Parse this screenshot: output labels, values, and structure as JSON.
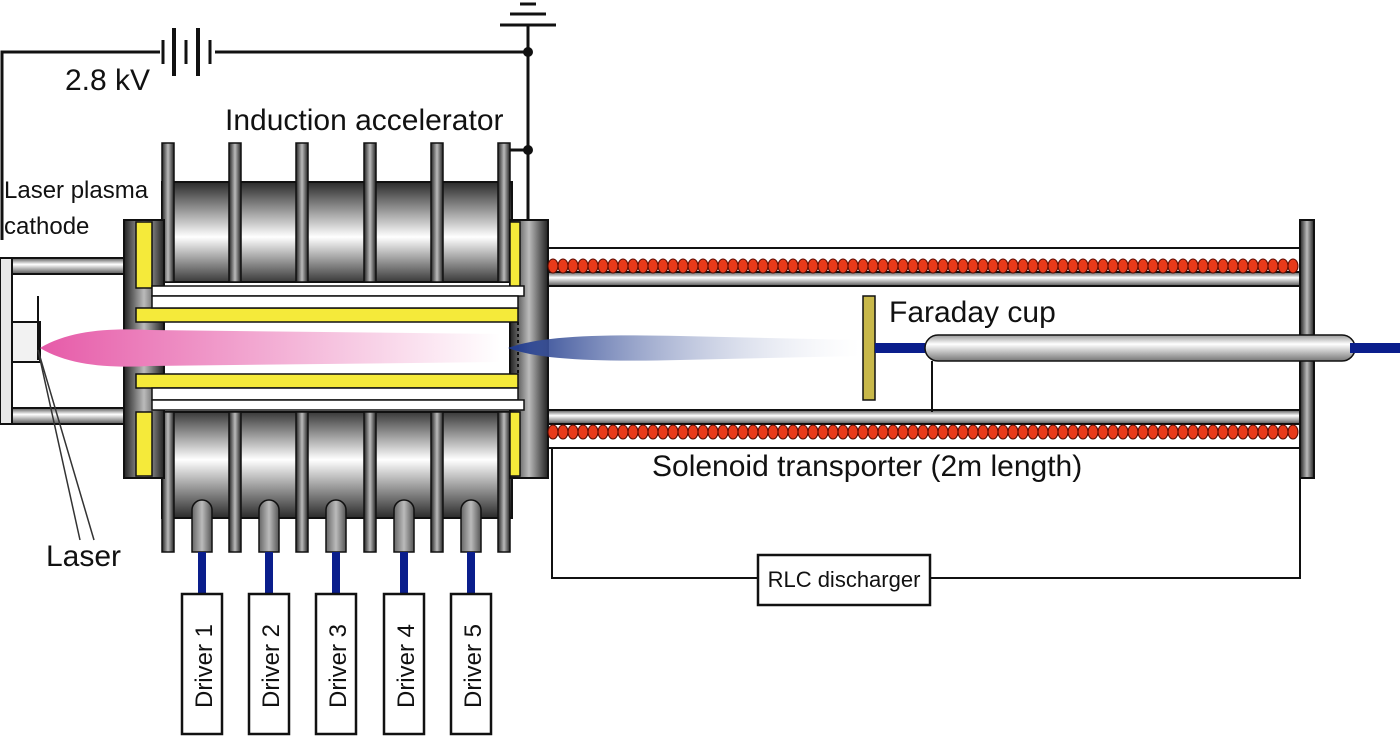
{
  "labels": {
    "voltage": "2.8 kV",
    "induction_accelerator": "Induction accelerator",
    "cathode_line1": "Laser plasma",
    "cathode_line2": "cathode",
    "laser": "Laser",
    "faraday_cup": "Faraday cup",
    "solenoid": "Solenoid transporter (2m length)",
    "rlc": "RLC discharger"
  },
  "drivers": [
    "Driver 1",
    "Driver 2",
    "Driver 3",
    "Driver 4",
    "Driver 5"
  ],
  "colors": {
    "cathode_plasma": "#e870b0",
    "electron_beam": "#2a3f8f",
    "insulator": "#f5ea3a",
    "coil": "#e83a1a",
    "cable": "#0a1e8c",
    "cup": "#c8b84a"
  }
}
